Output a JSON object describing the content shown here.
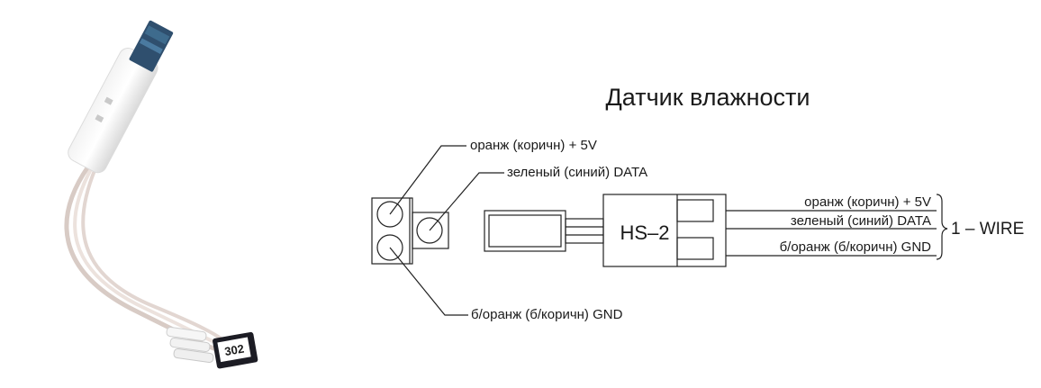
{
  "title": "Датчик влажности",
  "sensor_label": "HS–2",
  "photo": {
    "chip_marking": "302",
    "device": "humidity sensor on ribbon cable with connector"
  },
  "connector_callouts": {
    "pin_5v": "оранж (коричн) + 5V",
    "pin_data": "зеленый (синий) DATA",
    "pin_gnd": "б/оранж (б/коричн) GND"
  },
  "wire_labels": {
    "wire_5v": "оранж (коричн) + 5V",
    "wire_data": "зеленый (синий) DATA",
    "wire_gnd": "б/оранж (б/коричн) GND"
  },
  "bus_label": "1 – WIRE",
  "colors": {
    "line": "#222222",
    "text": "#1a1a1a",
    "cable": "#e9ddd8",
    "chip": "#1c1c24",
    "pcb": "#2f4f6e"
  }
}
